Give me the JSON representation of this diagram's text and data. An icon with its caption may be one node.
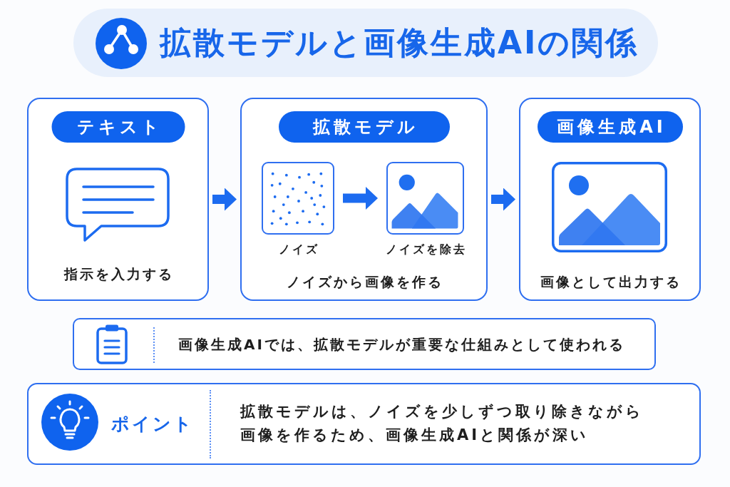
{
  "diagram": {
    "title": "拡散モデルと画像生成AIの関係",
    "nodes": [
      {
        "text": [
          "テキスト",
          "指示を入力する"
        ]
      },
      {
        "text": [
          "拡散モデル",
          "ノイズから画像を作る"
        ]
      },
      {
        "text": [],
        "shape": "picture",
        "beside": [
          "ノイズ"
        ],
        "in": 1
      },
      {
        "text": [],
        "shape": "picture",
        "beside": [
          "ノイズを除去"
        ],
        "in": 1
      },
      {
        "text": [
          "画像生成AI",
          "画像として出力する"
        ]
      },
      {
        "text": [
          "画像生成AIでは、拡散モデルが重要な仕組みとして使われる"
        ]
      },
      {
        "text": [
          "ポイント",
          "拡散モデルは、ノイズを少しずつ取り除きながら画像を作るため、画像生成AIと関係が深い"
        ]
      }
    ],
    "edges": [
      {
        "from": 0,
        "to": 1,
        "arrow": "to"
      },
      {
        "from": 2,
        "to": 3,
        "arrow": "to"
      },
      {
        "from": 1,
        "to": 4,
        "arrow": "to"
      }
    ]
  }
}
